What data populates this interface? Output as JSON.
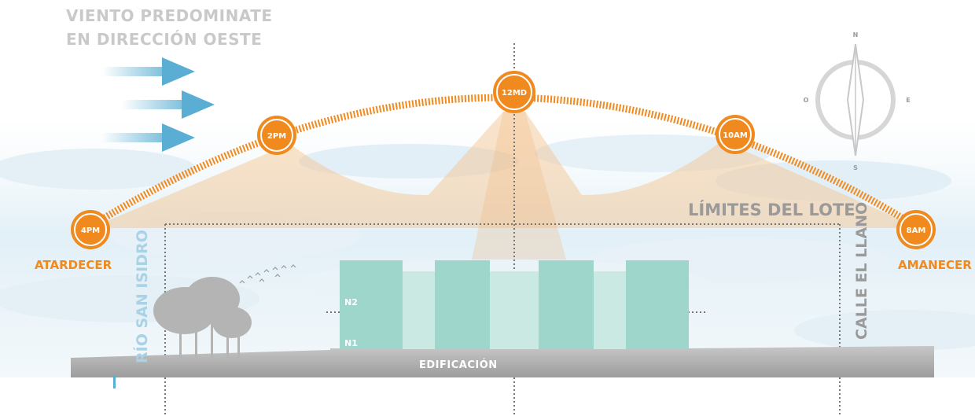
{
  "wind": {
    "line1": "VIENTO PREDOMINATE",
    "line2": "EN DIRECCIÓN OESTE",
    "arrow_color": "#5aaed3"
  },
  "sun_path": {
    "color": "#f08a1e",
    "markers": [
      "4PM",
      "2PM",
      "12MD",
      "10AM",
      "8AM"
    ],
    "left_caption": "ATARDECER",
    "right_caption": "AMANECER"
  },
  "compass": {
    "north": "N",
    "south": "S",
    "east": "E",
    "west": "O"
  },
  "site": {
    "lot_label": "LÍMITES DEL LOTE",
    "river_label": "RÍO SAN ISIDRO",
    "street_label": "CALLE EL LLANO",
    "building_label": "EDIFICACIÓN",
    "levels": [
      "N2",
      "N1"
    ],
    "building_color": "#9fd6cc"
  }
}
